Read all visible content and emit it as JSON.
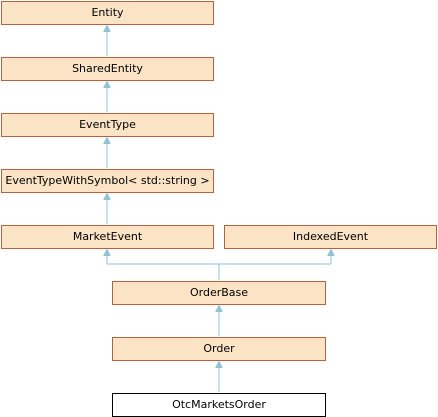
{
  "colors": {
    "node_fill": "#fbe3c5",
    "node_border": "#b3643f",
    "current_fill": "#ffffff",
    "current_border": "#000000",
    "edge": "#8fc3d8"
  },
  "nodes": {
    "entity": "Entity",
    "shared_entity": "SharedEntity",
    "event_type": "EventType",
    "event_type_with_symbol": "EventTypeWithSymbol< std::string >",
    "market_event": "MarketEvent",
    "indexed_event": "IndexedEvent",
    "order_base": "OrderBase",
    "order": "Order",
    "otc_markets_order": "OtcMarketsOrder"
  }
}
